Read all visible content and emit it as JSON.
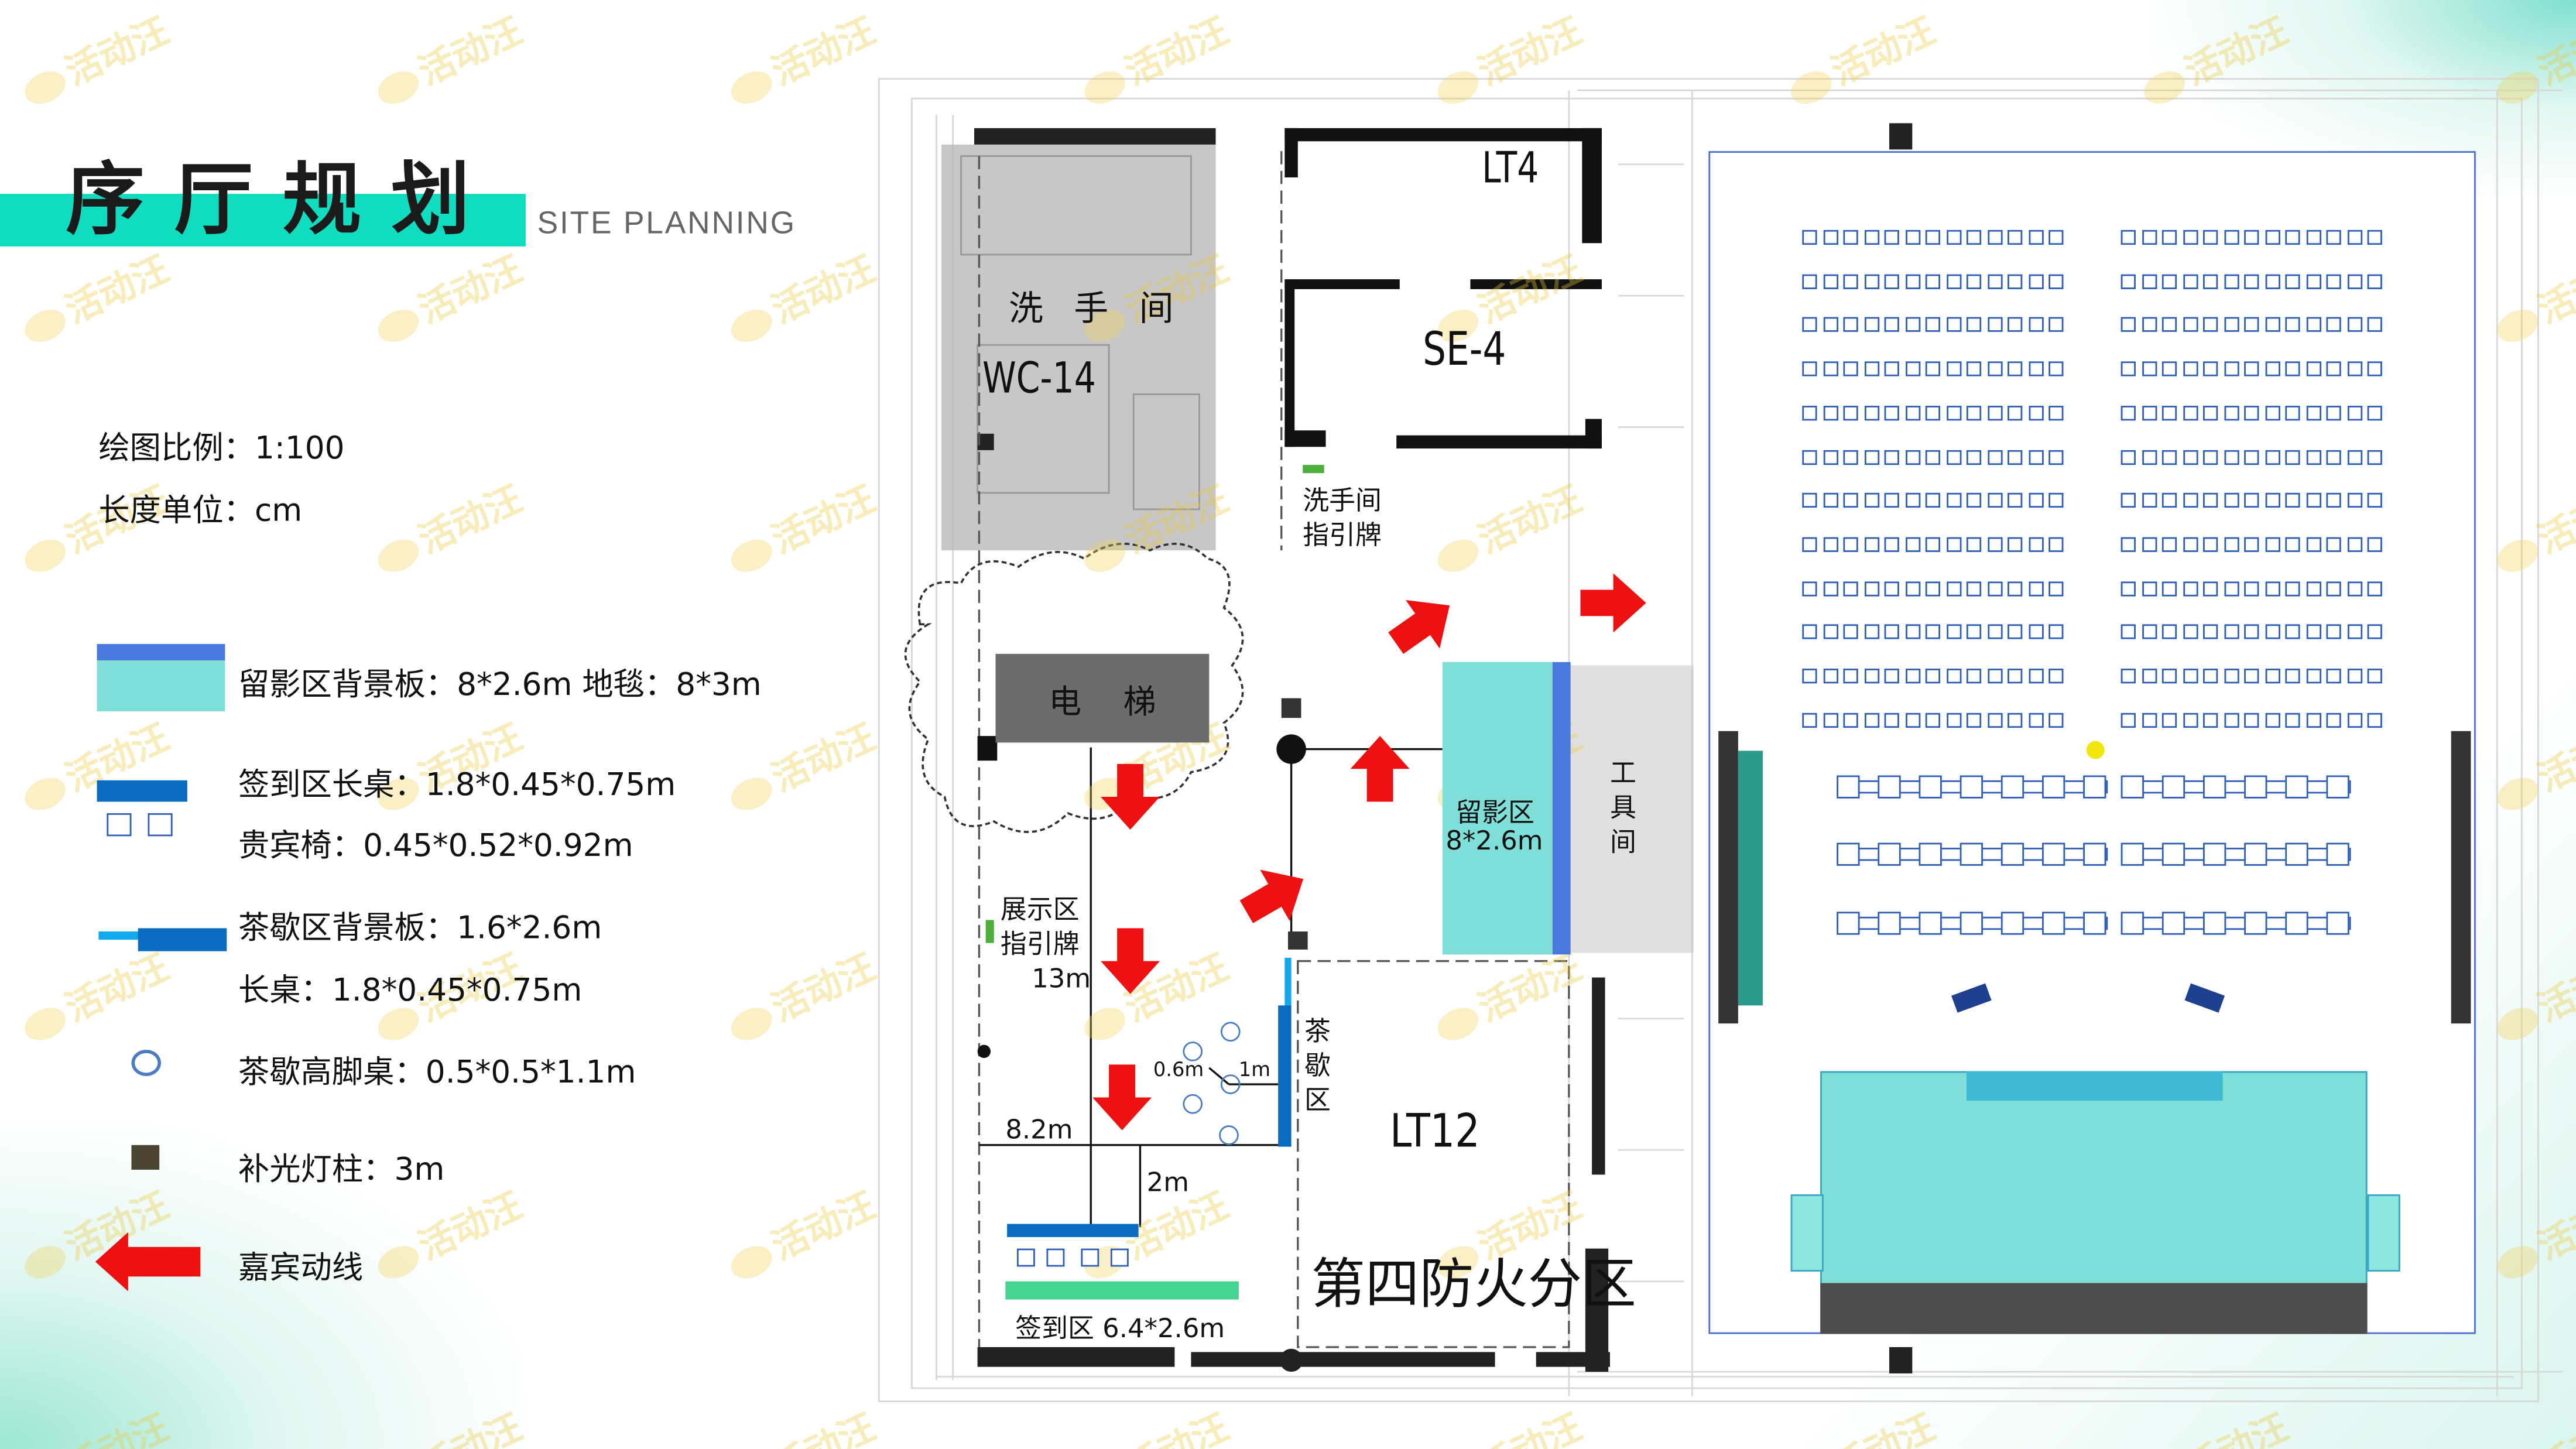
{
  "header": {
    "title": "序厅规划",
    "subtitle": "SITE PLANNING"
  },
  "info": {
    "scale": "绘图比例：1:100",
    "unit": "长度单位：cm"
  },
  "legend": [
    {
      "icon": "backdrop-carpet",
      "label": "留影区背景板：8*2.6m  地毯：8*3m"
    },
    {
      "icon": "sign-desk",
      "label": "签到区长桌：1.8*0.45*0.75m"
    },
    {
      "icon": "vip-chair",
      "label": "贵宾椅：0.45*0.52*0.92m"
    },
    {
      "icon": "tea-backdrop",
      "label": "茶歇区背景板：1.6*2.6m"
    },
    {
      "icon": "long-table",
      "label": "长桌：1.8*0.45*0.75m"
    },
    {
      "icon": "high-table-circle",
      "label": "茶歇高脚桌：0.5*0.5*1.1m"
    },
    {
      "icon": "light-pillar-square",
      "label": "补光灯柱：3m"
    },
    {
      "icon": "red-arrow",
      "label": "嘉宾动线"
    }
  ],
  "plan": {
    "restroom": "洗  手  间",
    "wc": "WC-14",
    "lt4": "LT4",
    "se4": "SE-4",
    "restroom_sign": [
      "洗手间",
      "指引牌"
    ],
    "elevator": "电    梯",
    "photo_zone": [
      "留影区",
      "8*2.6m"
    ],
    "tool_room": [
      "工",
      "具",
      "间"
    ],
    "exhibit_sign": [
      "展示区",
      "指引牌"
    ],
    "dim_13": "13m",
    "dim_82": "8.2m",
    "dim_2": "2m",
    "dim_06": "0.6m",
    "dim_1": "1m",
    "tea_zone": [
      "茶",
      "歇",
      "区"
    ],
    "lt12": "LT12",
    "fire_zone": "第四防火分区",
    "sign_in": "签到区 6.4*2.6m"
  },
  "watermark": "活动汪",
  "colors": {
    "accent": "#10dcc0",
    "teal": "#7fded7",
    "blue": "#4a78dc",
    "desk": "#0a6cc0",
    "red": "#ee1111",
    "pillar": "#4a4430"
  }
}
